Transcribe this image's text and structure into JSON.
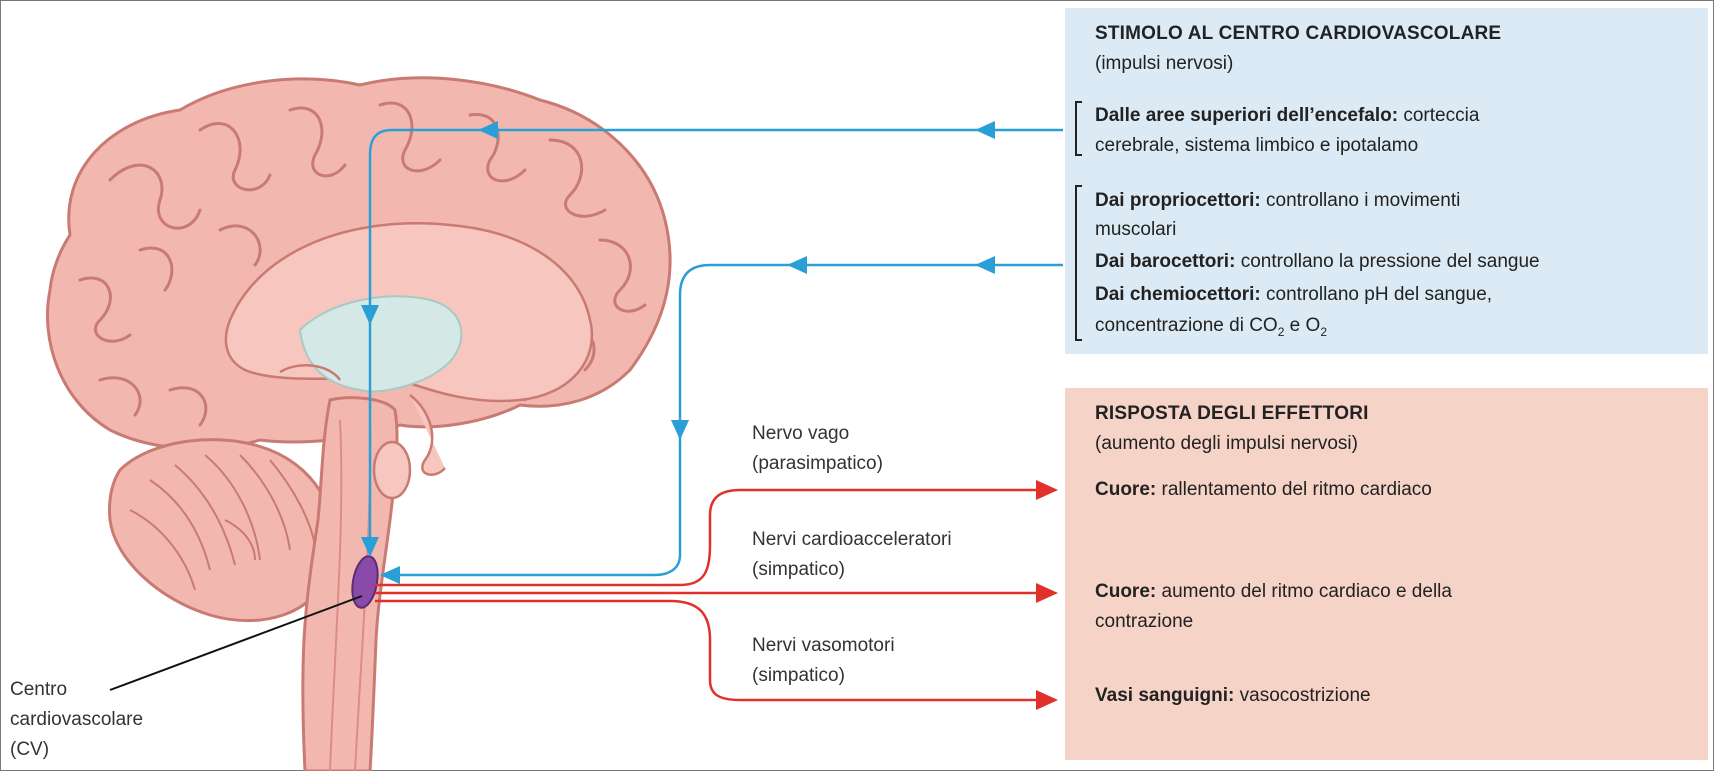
{
  "stimulus": {
    "title": "STIMOLO AL CENTRO CARDIOVASCOLARE",
    "subtitle": "(impulsi nervosi)",
    "upper_bold": "Dalle aree superiori dell’encefalo:",
    "upper_rest": " corteccia",
    "upper_line2": "cerebrale, sistema limbico e ipotalamo",
    "proprio_bold": "Dai propriocettori:",
    "proprio_rest": " controllano i movimenti",
    "proprio_line2": "muscolari",
    "baro_bold": "Dai barocettori:",
    "baro_rest": " controllano la pressione del sangue",
    "chemo_bold": "Dai chemiocettori:",
    "chemo_rest": " controllano pH del sangue,",
    "chemo_line2_a": "concentrazione di CO",
    "chemo_sub1": "2",
    "chemo_line2_b": " e O",
    "chemo_sub2": "2"
  },
  "response": {
    "title": "RISPOSTA DEGLI EFFETTORI",
    "subtitle": "(aumento degli impulsi nervosi)",
    "r1_bold": "Cuore:",
    "r1_rest": " rallentamento del ritmo cardiaco",
    "r2_bold": "Cuore:",
    "r2_rest": " aumento del ritmo cardiaco e della",
    "r2_line2": "contrazione",
    "r3_bold": "Vasi sanguigni:",
    "r3_rest": " vasocostrizione"
  },
  "nerves": {
    "vago_1": "Nervo vago",
    "vago_2": "(parasimpatico)",
    "cardio_1": "Nervi cardioacceleratori",
    "cardio_2": "(simpatico)",
    "vaso_1": "Nervi vasomotori",
    "vaso_2": "(simpatico)"
  },
  "cv_label": {
    "line1": "Centro",
    "line2": "cardiovascolare",
    "line3": "(CV)"
  },
  "colors": {
    "stimulus_box": "#dbeaf4",
    "response_box": "#f5d3c6",
    "afferent_arrow": "#2a9fd6",
    "efferent_arrow": "#e0312b",
    "brain": "#f2b8b0",
    "cv_center": "#8a4aa8"
  }
}
